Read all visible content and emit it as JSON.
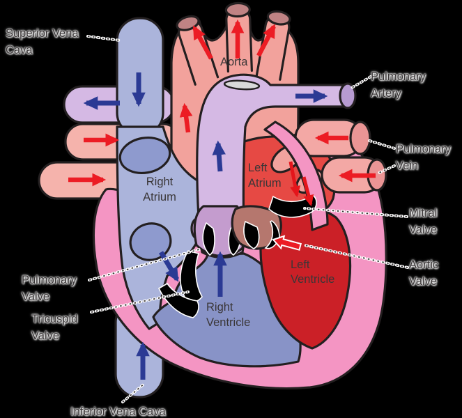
{
  "figure": {
    "background": "#000000",
    "labels": {
      "superior_vena_cava": "Superior Vena\nCava",
      "aorta": "Aorta",
      "pulmonary_artery": "Pulmonary\nArtery",
      "pulmonary_vein": "Pulmonary\nVein",
      "mitral_valve": "Mitral\nValve",
      "aortic_valve": "Aortic\nValve",
      "right_atrium": "Right\nAtrium",
      "left_atrium": "Left\nAtrium",
      "right_ventricle": "Right\nVentricle",
      "left_ventricle": "Left\nVentricle",
      "pulmonary_valve": "Pulmonary\nValve",
      "tricuspid_valve": "Tricuspid\nValve",
      "inferior_vena_cava": "Inferior Vena Cava"
    },
    "colors": {
      "background": "#000000",
      "outline": "#231f20",
      "vena_cava_blue": "#abb4db",
      "oval_blue": "#8e9ace",
      "ventricle_blue": "#8893c7",
      "arrow_blue": "#2b3a94",
      "aorta_salmon": "#f2a29c",
      "branch_cap_mauve": "#c08384",
      "left_vein_salmon": "#f5b3ac",
      "pulmonary_vein_pink": "#f3a8a5",
      "vein_cap_pink": "#eb9595",
      "heart_wall_pink": "#f495c3",
      "left_atrium_red": "#e64944",
      "atrium_oval_pink": "#f2a39e",
      "left_ventricle_red": "#cb2027",
      "trunk_lavender": "#d5b9e4",
      "trunk_cap_purple": "#b79bd1",
      "valve_bulb_purple": "#c49cce",
      "leaflet_tan": "#b5776e",
      "arrow_red": "#ec1c24",
      "label_gray": "#3a3637"
    }
  }
}
